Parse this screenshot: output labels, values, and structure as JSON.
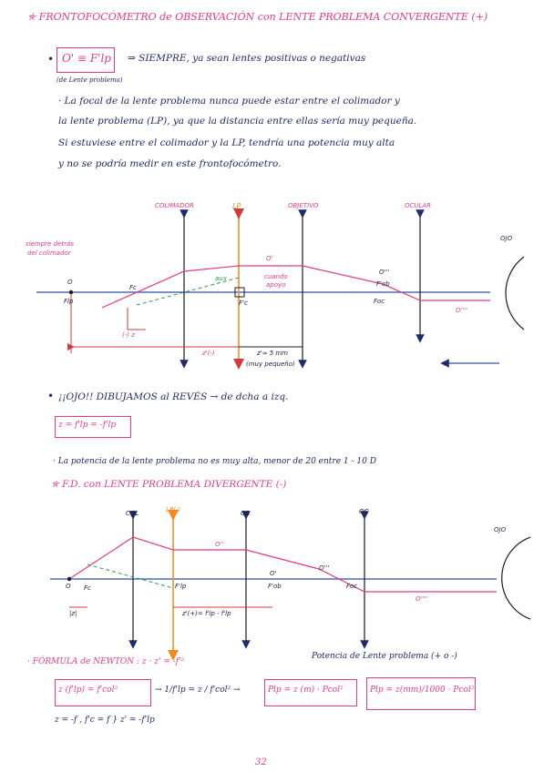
{
  "heading1": "FRONTOFOCÓMETRO de OBSERVACIÓN con LENTE PROBLEMA CONVERGENTE (+)",
  "formula_box1": "O' ≡ F'lp",
  "formula_box1_note": "(de Lente problema)",
  "siempre_text": "⇒ SIEMPRE, ya sean lentes positivas o negativas",
  "para1": [
    "· La focal de la lente problema nunca puede estar entre el colimador y",
    "la lente problema (LP), ya que la distancia entre ellas sería muy pequeña.",
    "Si estuviese entre el colimador y la LP, tendría una potencia muy alta",
    "y no se podría medir en este frontofocómetro."
  ],
  "diagram1": {
    "colimador": "COLIMADOR",
    "lp": "LP",
    "objetivo": "OBJETIVO",
    "ocular": "OCULAR",
    "ojo": "OJO",
    "siempre_detras": "siempre detrás",
    "del_colimador": "del colimador",
    "o_label": "O",
    "flp_label": "Flp",
    "fc_label": "Fc",
    "fprime_c": "F'c",
    "aux": "aux",
    "cuando": "cuando",
    "apoyo": "apoyo",
    "o_prime": "O'",
    "f_ob": "F'ob",
    "o_triple": "O'''",
    "f_oc": "Foc",
    "o_quad": "O''''",
    "z_label": "(-) z",
    "zprime": "z'(-)",
    "zprime_small": "z'≈ 5 mm",
    "muy_pequeno": "(muy pequeño)"
  },
  "dibujamos": "¡¡OJO!! DIBUJAMOS al REVÉS → de dcha a izq.",
  "formula_box2": "z = f'lp = -f'lp",
  "potencia_line": "· La potencia de la lente problema no es muy alta, menor de 20 entre 1 - 10 D",
  "heading2": "F.D. con LENTE PROBLEMA DIVERGENTE (-)",
  "diagram2": {
    "col": "COL",
    "lp": "LP(-)",
    "ob": "OB",
    "oc": "OC",
    "ojo": "OJO",
    "o_label": "O",
    "fc": "Fc",
    "fprime_lp": "F'lp",
    "o_prime": "O'",
    "o_doubleprime": "O''",
    "f_ob": "F'ob",
    "f_oc": "Foc",
    "o_triple": "O'''",
    "o_quad": "O''''",
    "z_label": "|z|",
    "zprime": "z'(+)= f'lp - f'lp"
  },
  "potencia_title": "Potencia de Lente problema (+ o -)",
  "newton_line": "· FÓRMULA de NEWTON :   z · z' = -f'²",
  "formula_box3": "z (f'lp) = f'col²",
  "formula_frac": "→  1/f'lp = z / f'col²  →",
  "formula_box4": "Plp = z (m) · Pcol²",
  "formula_box5": "Plp = z(mm)/1000 · Pcol²",
  "z_line": "z = -f ,  f'c = f  }  z' = -f'lp",
  "page_number": "32"
}
